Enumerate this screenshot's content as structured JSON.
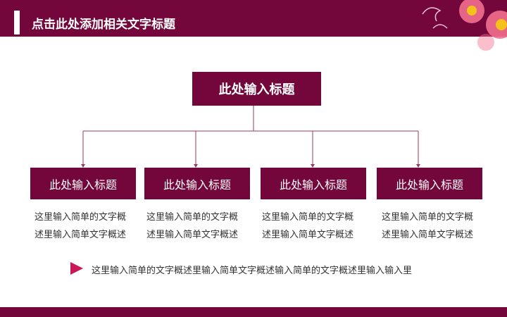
{
  "header": {
    "title": "点击此处添加相关文字标题"
  },
  "colors": {
    "primary": "#73063a",
    "accent": "#c8185a"
  },
  "top_box": {
    "title": "此处输入标题"
  },
  "boxes": [
    {
      "title": "此处输入标题",
      "line1": "这里输入简单的文字概",
      "line2": "述里输入简单文字概述"
    },
    {
      "title": "此处输入标题",
      "line1": "这里输入简单的文字概",
      "line2": "述里输入简单文字概述"
    },
    {
      "title": "此处输入标题",
      "line1": "这里输入简单的文字概",
      "line2": "述里输入简单文字概述"
    },
    {
      "title": "此处输入标题",
      "line1": "这里输入简单的文字概",
      "line2": "述里输入简单文字概述"
    }
  ],
  "note": "这里输入简单的文字概述里输入简单文字概述输入简单的文字概述里输入输入里"
}
